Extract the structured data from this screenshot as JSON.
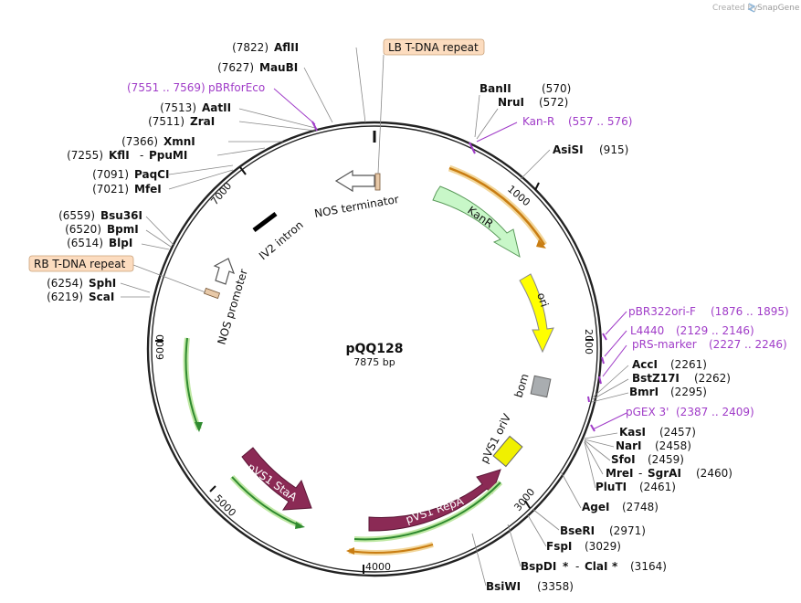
{
  "header": {
    "created_by": "Created by",
    "brand": "SnapGene"
  },
  "plasmid": {
    "name": "pQQ128",
    "size": "7875 bp"
  },
  "ticks": [
    "1000",
    "2000",
    "3000",
    "4000",
    "5000",
    "6000",
    "7000"
  ],
  "colors": {
    "primer": "#a03cc8",
    "kanR": "#c6f5c6",
    "ori": "#ffff00",
    "pvs1": "#8b2a55",
    "orange": "#e3a33a",
    "green": "#7ec84e",
    "repeat_bg": "#fcdcbf"
  },
  "sites_left": [
    {
      "pos": "(7822)",
      "name": "AflII"
    },
    {
      "pos": "(7627)",
      "name": "MauBI"
    },
    {
      "pos": "(7513)",
      "name": "AatII"
    },
    {
      "pos": "(7511)",
      "name": "ZraI"
    },
    {
      "pos": "(7366)",
      "name": "XmnI"
    },
    {
      "pos": "(7255)",
      "name": "KflI",
      "name2": "PpuMI"
    },
    {
      "pos": "(7091)",
      "name": "PaqCI"
    },
    {
      "pos": "(7021)",
      "name": "MfeI"
    },
    {
      "pos": "(6559)",
      "name": "Bsu36I"
    },
    {
      "pos": "(6520)",
      "name": "BpmI"
    },
    {
      "pos": "(6514)",
      "name": "BlpI"
    },
    {
      "pos": "(6254)",
      "name": "SphI"
    },
    {
      "pos": "(6219)",
      "name": "ScaI"
    }
  ],
  "sites_right": [
    {
      "name": "BanII",
      "pos": "(570)"
    },
    {
      "name": "NruI",
      "pos": "(572)"
    },
    {
      "name": "AsiSI",
      "pos": "(915)"
    },
    {
      "name": "AccI",
      "pos": "(2261)"
    },
    {
      "name": "BstZ17I",
      "pos": "(2262)"
    },
    {
      "name": "BmrI",
      "pos": "(2295)"
    },
    {
      "name": "KasI",
      "pos": "(2457)"
    },
    {
      "name": "NarI",
      "pos": "(2458)"
    },
    {
      "name": "SfoI",
      "pos": "(2459)"
    },
    {
      "name": "MreI",
      "name2": "SgrAI",
      "pos": "(2460)"
    },
    {
      "name": "PluTI",
      "pos": "(2461)"
    },
    {
      "name": "AgeI",
      "pos": "(2748)"
    },
    {
      "name": "BseRI",
      "pos": "(2971)"
    },
    {
      "name": "FspI",
      "pos": "(3029)"
    },
    {
      "name": "BspDI",
      "star": "*",
      "name2": "ClaI",
      "star2": "*",
      "pos": "(3164)"
    },
    {
      "name": "BsiWI",
      "pos": "(3358)"
    }
  ],
  "primers": [
    {
      "name": "pBRforEco",
      "range": "(7551 .. 7569)"
    },
    {
      "name": "Kan-R",
      "range": "(557 .. 576)"
    },
    {
      "name": "pBR322ori-F",
      "range": "(1876 .. 1895)"
    },
    {
      "name": "L4440",
      "range": "(2129 .. 2146)"
    },
    {
      "name": "pRS-marker",
      "range": "(2227 .. 2246)"
    },
    {
      "name": "pGEX 3'",
      "range": "(2387 .. 2409)"
    }
  ],
  "repeats": {
    "lb": "LB T-DNA repeat",
    "rb": "RB T-DNA repeat"
  },
  "features": {
    "nos_terminator": "NOS terminator",
    "iv2_intron": "IV2 intron",
    "nos_promoter": "NOS promoter",
    "kanR": "KanR",
    "ori": "ori",
    "bom": "bom",
    "pvs1_oriv": "pVS1 oriV",
    "pvs1_repa": "pVS1 RepA",
    "pvs1_staa": "pVS1 StaA"
  }
}
